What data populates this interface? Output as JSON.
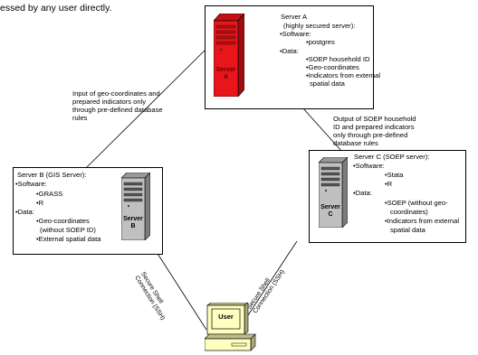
{
  "header": {
    "text": "essed by any user directly."
  },
  "server_a": {
    "title": "Server A",
    "subtitle": "(highly secured server):",
    "software_label": "•Software:",
    "software": [
      "•postgres"
    ],
    "data_label": "•Data:",
    "data": [
      "•SOEP household ID",
      "•Geo-coordinates",
      "•Indicators from external",
      "spatial data"
    ],
    "tower_name": "Server",
    "tower_letter": "A",
    "tower_color": "#e8161b"
  },
  "server_b": {
    "title": "Server B (GIS Server):",
    "software_label": "•Software:",
    "software": [
      "•GRASS",
      "•R"
    ],
    "data_label": "•Data:",
    "data": [
      "•Geo-coordinates",
      "(without SOEP ID)",
      "•External spatial data"
    ],
    "tower_name": "Server",
    "tower_letter": "B",
    "tower_color": "#c0c0c0"
  },
  "server_c": {
    "title": "Server C (SOEP server):",
    "software_label": "•Software:",
    "software": [
      "•Stata",
      "•R"
    ],
    "data_label": "•Data:",
    "data": [
      "•SOEP (without geo-",
      "coordinates)",
      "•Indicators from external",
      "spatial data"
    ],
    "tower_name": "Server",
    "tower_letter": "C",
    "tower_color": "#c0c0c0"
  },
  "annotations": {
    "input": [
      "Input of geo-coordinates and",
      "prepared indicators only",
      "through pre-defined database",
      "rules"
    ],
    "output": [
      "Output of SOEP household",
      "ID and prepared indicators",
      "only through pre-defined",
      "database rules"
    ],
    "ssh_left": [
      "Secure Shell",
      "Connection (SSH)"
    ],
    "ssh_right": [
      "Secure Shell",
      "Connection (SSH)"
    ]
  },
  "user": {
    "label": "User",
    "screen_color": "#ffffc0"
  }
}
